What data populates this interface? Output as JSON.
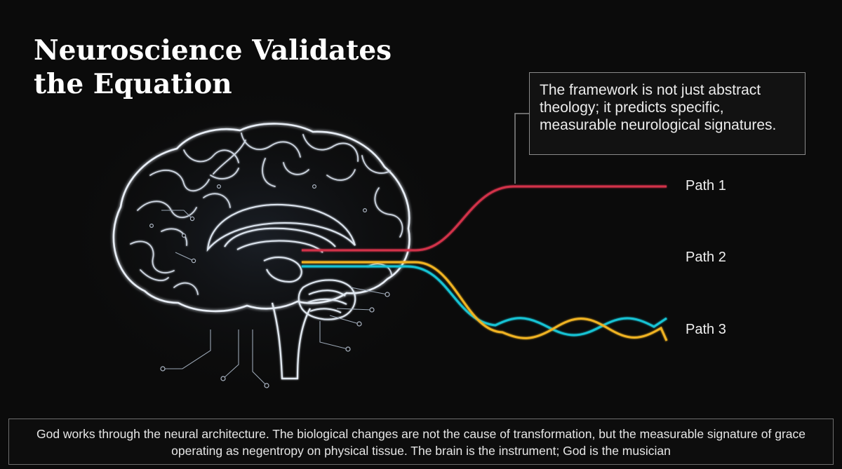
{
  "title": {
    "line1": "Neuroscience Validates",
    "line2": "the Equation"
  },
  "callout": {
    "text": "The framework is not just abstract theology; it predicts specific, measurable neurological signatures."
  },
  "paths": [
    {
      "label": "Path 1",
      "color": "#d2314a"
    },
    {
      "label": "Path 2",
      "color": "#f2f2f2"
    },
    {
      "label": "Path 3",
      "colors": [
        "#19c3d4",
        "#f0b323"
      ]
    }
  ],
  "caption": {
    "text": "God works through the neural architecture. The biological changes are not the cause of transformation, but the measurable signature of grace operating as negentropy on physical tissue. The brain is the instrument; God is the musician"
  },
  "colors": {
    "background": "#0b0b0b",
    "brain_glow": "#dfe8f2",
    "box_border": "#8a8a8a"
  }
}
